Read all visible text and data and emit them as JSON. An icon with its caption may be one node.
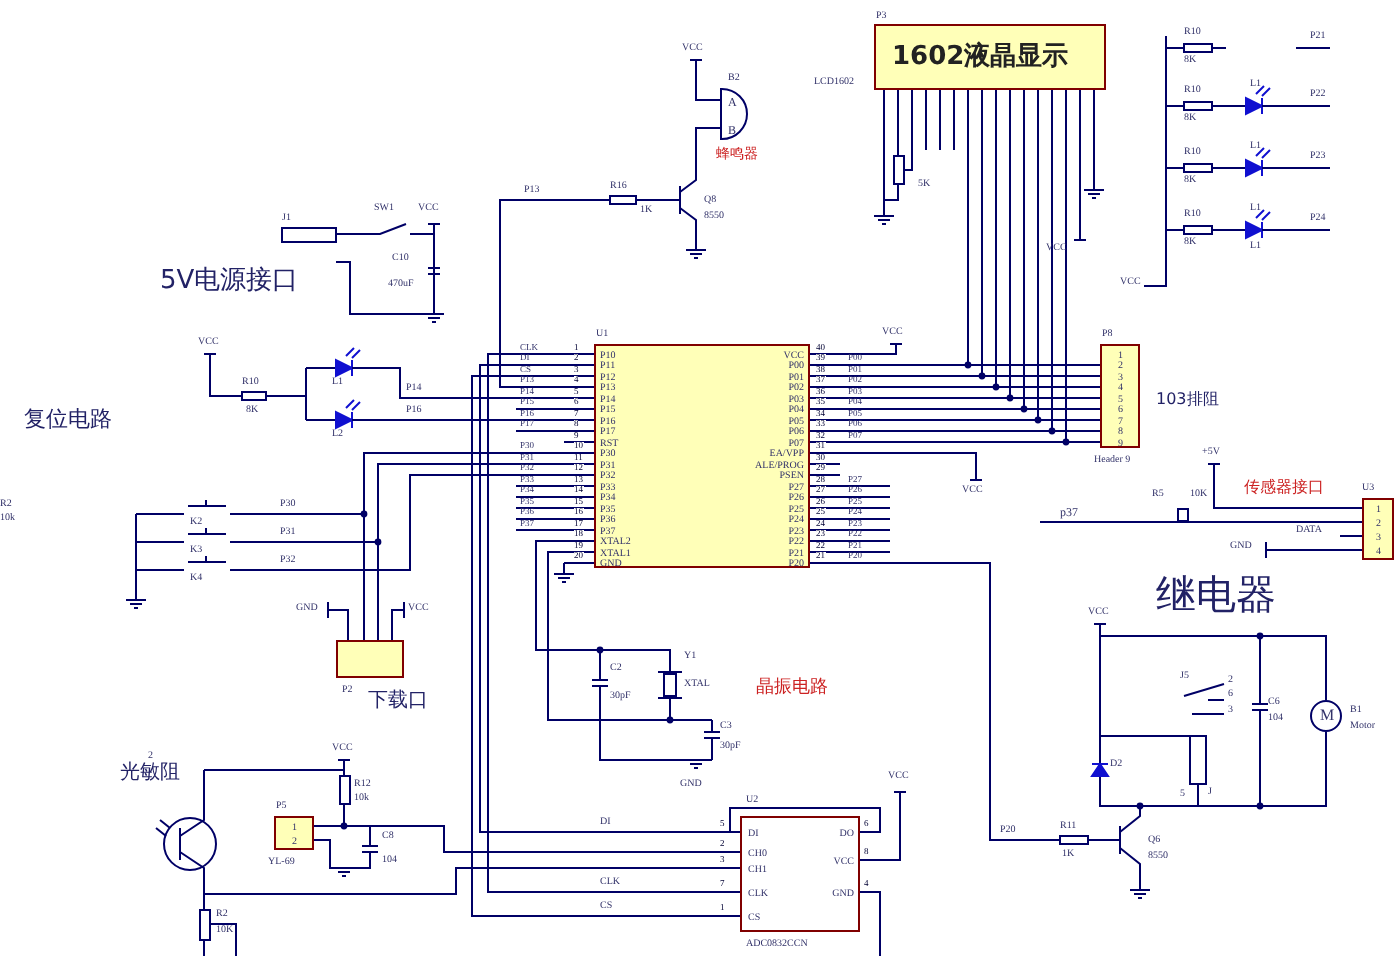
{
  "diagram": {
    "nodes": [
      {
        "text": [
          "1602液晶显示"
        ],
        "beside": [
          "P3",
          "LCD1602"
        ]
      },
      {
        "text": [
          "P10",
          "P11",
          "P12",
          "P13",
          "P14",
          "P15",
          "P16",
          "P17",
          "RST",
          "P30",
          "P31",
          "P32",
          "P33",
          "P34",
          "P35",
          "P36",
          "P37",
          "XTAL2",
          "XTAL1",
          "GND",
          "VCC",
          "P00",
          "P01",
          "P02",
          "P03",
          "P04",
          "P05",
          "P06",
          "P07",
          "EA/VPP",
          "ALE/PROG",
          "PSEN",
          "P27",
          "P26",
          "P25",
          "P24",
          "P23",
          "P22",
          "P21",
          "P20"
        ],
        "beside": [
          "U1"
        ]
      },
      {
        "text": [
          "1",
          "2",
          "3",
          "4",
          "5",
          "6",
          "7",
          "8",
          "9"
        ],
        "beside": [
          "P8",
          "Header 9"
        ]
      },
      {
        "text": [
          "DI",
          "CH0",
          "CH1",
          "CLK",
          "CS",
          "DO",
          "VCC",
          "GND"
        ],
        "beside": [
          "U2",
          "ADC0832CCN"
        ]
      },
      {
        "text": [
          "1",
          "2",
          "3",
          "4"
        ],
        "beside": [
          "U3"
        ]
      },
      {
        "text": [],
        "shape": "box",
        "beside": [
          "P2"
        ]
      },
      {
        "text": [
          "1",
          "2"
        ],
        "beside": [
          "P5",
          "YL-69"
        ]
      },
      {
        "text": [
          "A",
          "B"
        ],
        "beside": [
          "B2"
        ]
      },
      {
        "text": [
          "M"
        ],
        "beside": [
          "B1",
          "Motor"
        ]
      }
    ],
    "edges": [
      {
        "from": 1,
        "to": 2,
        "arrow": "none"
      },
      {
        "from": 1,
        "to": 2,
        "arrow": "none"
      },
      {
        "from": 1,
        "to": 2,
        "arrow": "none"
      },
      {
        "from": 1,
        "to": 2,
        "arrow": "none"
      },
      {
        "from": 1,
        "to": 2,
        "arrow": "none"
      },
      {
        "from": 1,
        "to": 2,
        "arrow": "none"
      },
      {
        "from": 1,
        "to": 2,
        "arrow": "none"
      },
      {
        "from": 1,
        "to": 2,
        "arrow": "none"
      },
      {
        "from": 1,
        "to": 3,
        "arrow": "none"
      },
      {
        "from": 1,
        "to": 3,
        "arrow": "none"
      },
      {
        "from": 1,
        "to": 3,
        "arrow": "none"
      },
      {
        "from": 6,
        "to": 3,
        "arrow": "none"
      },
      {
        "from": 5,
        "to": 1,
        "arrow": "none"
      },
      {
        "from": 5,
        "to": 1,
        "arrow": "none"
      },
      {
        "from": 0,
        "to": 2,
        "arrow": "none"
      },
      {
        "from": 0,
        "to": 2,
        "arrow": "none"
      },
      {
        "from": 0,
        "to": 2,
        "arrow": "none"
      },
      {
        "from": 0,
        "to": 2,
        "arrow": "none"
      },
      {
        "from": 0,
        "to": 2,
        "arrow": "none"
      },
      {
        "from": 0,
        "to": 2,
        "arrow": "none"
      },
      {
        "from": 0,
        "to": 2,
        "arrow": "none"
      },
      {
        "from": 0,
        "to": 2,
        "arrow": "none"
      }
    ],
    "labels": [
      "5V电源接口",
      "复位电路",
      "J1",
      "SW1",
      "VCC",
      "C10",
      "470uF",
      "VCC",
      "R10",
      "8K",
      "L1",
      "L2",
      "P14",
      "P16",
      "P13",
      "R16",
      "1K",
      "VCC",
      "Q8",
      "8550",
      "蜂鸣器",
      "R2",
      "10k",
      "K2",
      "K3",
      "K4",
      "P30",
      "P31",
      "P32",
      "GND",
      "VCC",
      "下载口",
      "2",
      "光敏阻",
      "VCC",
      "R12",
      "10k",
      "C8",
      "104",
      "R2",
      "10K",
      "5K",
      "VCC",
      "R10",
      "8K",
      "R10",
      "8K",
      "R10",
      "8K",
      "R10",
      "8K",
      "L1",
      "L1",
      "L1",
      "L1",
      "P21",
      "P22",
      "P23",
      "P24",
      "VCC",
      "103排阻",
      "+5V",
      "R5",
      "10K",
      "p37",
      "传感器接口",
      "DATA",
      "GND",
      "继电器",
      "VCC",
      "J5",
      "2",
      "6",
      "3",
      "C6",
      "104",
      "D2",
      "5",
      "J",
      "R11",
      "1K",
      "Q6",
      "8550",
      "P20",
      "Y1",
      "XTAL",
      "C2",
      "30pF",
      "C3",
      "30pF",
      "晶振电路",
      "GND",
      "VCC",
      "DI",
      "CLK",
      "CS",
      "VCC",
      "VCC",
      "1",
      "2",
      "3",
      "4",
      "5",
      "6",
      "7",
      "8",
      "9",
      "10",
      "11",
      "12",
      "13",
      "14",
      "15",
      "16",
      "17",
      "18",
      "19",
      "20",
      "40",
      "39",
      "38",
      "37",
      "36",
      "35",
      "34",
      "33",
      "32",
      "31",
      "30",
      "29",
      "28",
      "27",
      "26",
      "25",
      "24",
      "23",
      "22",
      "21",
      "CLK",
      "DI",
      "CS",
      "P13",
      "P14",
      "P15",
      "P16",
      "P17",
      "P30",
      "P31",
      "P32",
      "P33",
      "P34",
      "P35",
      "P36",
      "P37",
      "P00",
      "P01",
      "P02",
      "P03",
      "P04",
      "P05",
      "P06",
      "P07",
      "P27",
      "P26",
      "P25",
      "P24",
      "P23",
      "P22",
      "P21",
      "P20",
      "5",
      "2",
      "3",
      "7",
      "1",
      "6",
      "8",
      "4"
    ]
  }
}
